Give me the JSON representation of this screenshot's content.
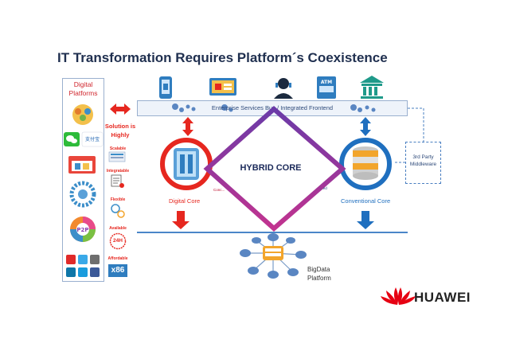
{
  "header": {
    "title": "IT Transformation Requires Platform´s Coexistence"
  },
  "left_panel": {
    "title": "Digital Platforms",
    "solution_text": "Solution is Highly",
    "features": [
      "Scalable",
      "Integratable",
      "Flexible",
      "Available",
      "Affordable"
    ],
    "badge_24h": "24H",
    "badge_86": "x86",
    "p2p_label": "P2P",
    "app_labels": [
      "支付宝"
    ]
  },
  "esb": {
    "label": "Enterprise Services Bus / Integrated Frontend"
  },
  "cores": {
    "digital_label": "Digital Core",
    "conventional_label": "Conventional Core",
    "hybrid_label": "HYBRID CORE",
    "digital_edge_label": "Conc...",
    "conventional_edge_label": "...ed"
  },
  "middleware": {
    "label": "3rd Party Middleware"
  },
  "bigdata": {
    "label": "BigData Platform"
  },
  "atm_label": "ATM",
  "brand": {
    "name": "HUAWEI",
    "color": "#e60012"
  },
  "colors": {
    "digital_red": "#e6271f",
    "conventional_blue": "#1f6fbf",
    "hybrid_purple_top": "#7a3da8",
    "hybrid_magenta": "#b8318f",
    "title_navy": "#1f2f4f"
  }
}
